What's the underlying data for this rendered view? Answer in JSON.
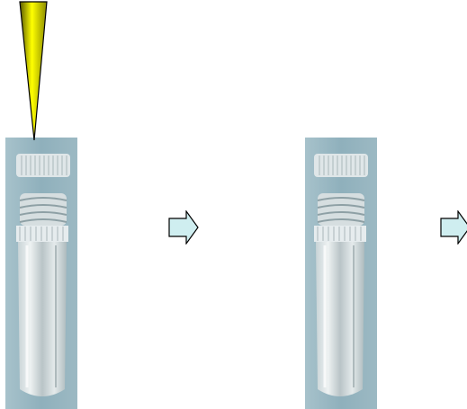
{
  "scene": {
    "steps": [
      {
        "item": "tube",
        "with_pipette_tip": true
      },
      {
        "item": "tube",
        "with_pipette_tip": false
      }
    ],
    "arrows": 2
  },
  "colors": {
    "background": "#ffffff",
    "tube_backdrop": "#8fb0bc",
    "pipette_tip_fill": "#ffff00",
    "pipette_tip_shade": "#5a5a00",
    "arrow_fill": "#cfeef0",
    "arrow_stroke": "#000000"
  }
}
